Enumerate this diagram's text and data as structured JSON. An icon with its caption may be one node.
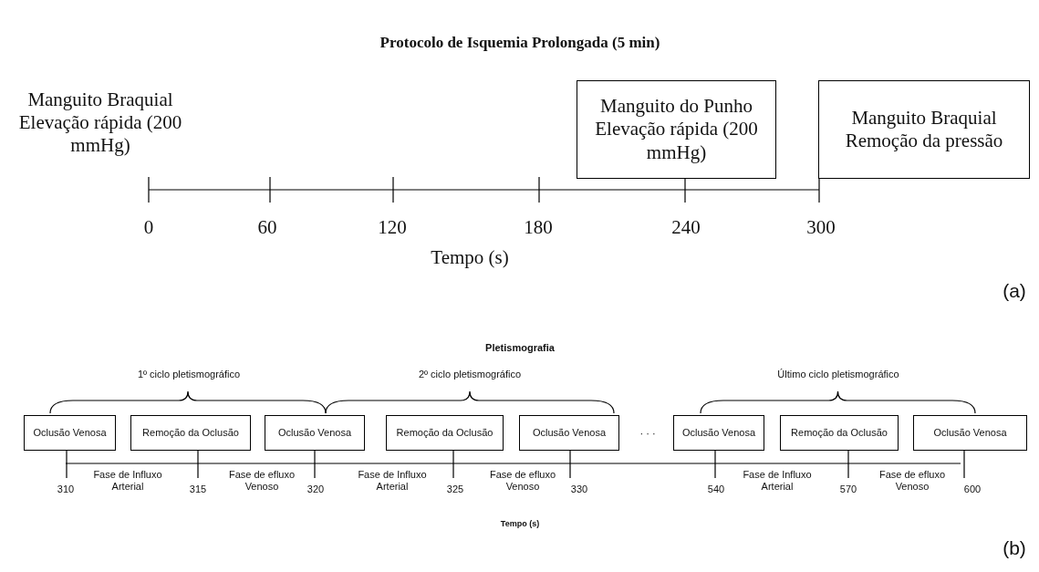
{
  "diagram": {
    "title": "Protocolo de Isquemia Prolongada (5 min)",
    "nodes": [
      {
        "text": [
          "Manguito do Punho Elevação rápida (200 mmHg)"
        ]
      },
      {
        "text": [
          "Manguito Braquial Remoção da pressão"
        ]
      },
      {
        "text": [
          "Oclusão Venosa"
        ]
      },
      {
        "text": [
          "Remoção da Oclusão"
        ]
      },
      {
        "text": [
          "Oclusão Venosa"
        ]
      },
      {
        "text": [
          "Remoção da Oclusão"
        ]
      },
      {
        "text": [
          "Oclusão Venosa"
        ]
      },
      {
        "text": [
          "Oclusão Venosa"
        ]
      },
      {
        "text": [
          "Remoção da Oclusão"
        ]
      },
      {
        "text": [
          "Oclusão Venosa"
        ]
      }
    ],
    "labels": [
      "Manguito Braquial Elevação rápida (200 mmHg)",
      "0",
      "60",
      "120",
      "180",
      "240",
      "300",
      "Tempo (s)",
      "(a)",
      "Pletismografia",
      "1º ciclo pletismográfico",
      "2º ciclo pletismográfico",
      "Último ciclo pletismográfico",
      "· · ·",
      "310",
      "Fase de Influxo Arterial",
      "315",
      "Fase de efluxo Venoso",
      "320",
      "Fase de Influxo Arterial",
      "325",
      "Fase de efluxo Venoso",
      "330",
      "540",
      "Fase de Influxo Arterial",
      "570",
      "Fase de efluxo Venoso",
      "600",
      "Tempo (s)",
      "(b)"
    ]
  }
}
